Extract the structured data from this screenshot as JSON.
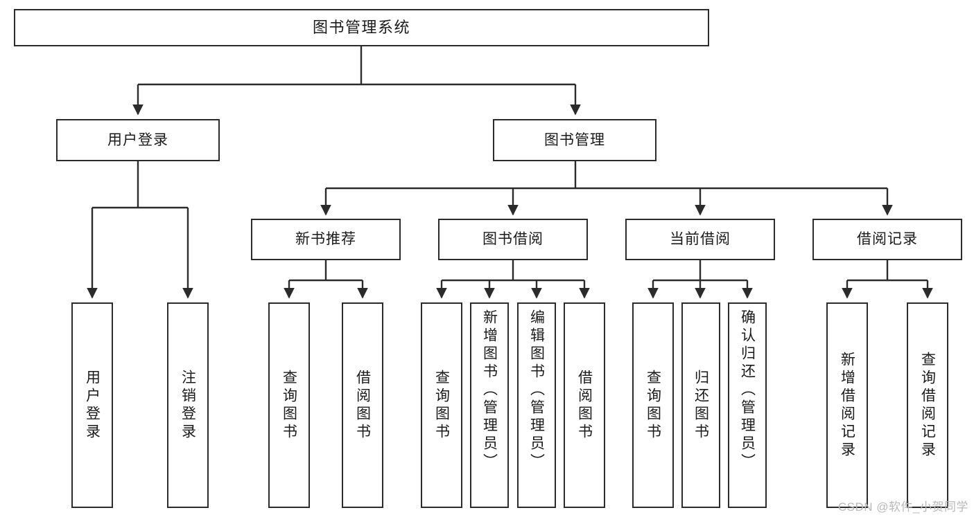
{
  "diagram": {
    "title": "图书管理系统",
    "type": "tree-hierarchy-chart",
    "root": {
      "label": "图书管理系统"
    },
    "level2": [
      {
        "label": "用户登录"
      },
      {
        "label": "图书管理"
      }
    ],
    "level3": [
      {
        "label": "新书推荐"
      },
      {
        "label": "图书借阅"
      },
      {
        "label": "当前借阅"
      },
      {
        "label": "借阅记录"
      }
    ],
    "leaves": {
      "user_login": [
        {
          "label": "用户登录"
        },
        {
          "label": "注销登录"
        }
      ],
      "new_book_recommend": [
        {
          "label": "查询图书"
        },
        {
          "label": "借阅图书"
        }
      ],
      "book_borrow": [
        {
          "label": "查询图书"
        },
        {
          "label": "新增图书（管理员）"
        },
        {
          "label": "编辑图书（管理员）"
        },
        {
          "label": "借阅图书"
        }
      ],
      "current_borrow": [
        {
          "label": "查询图书"
        },
        {
          "label": "归还图书"
        },
        {
          "label": "确认归还（管理员）"
        }
      ],
      "borrow_record": [
        {
          "label": "新增借阅记录"
        },
        {
          "label": "查询借阅记录"
        }
      ]
    }
  },
  "watermark": {
    "text": "CSDN @软件_小贺同学"
  },
  "colors": {
    "border": "#2b2b2b",
    "background": "#ffffff",
    "text": "#1a1a1a",
    "watermark": "#b9b9b9"
  }
}
